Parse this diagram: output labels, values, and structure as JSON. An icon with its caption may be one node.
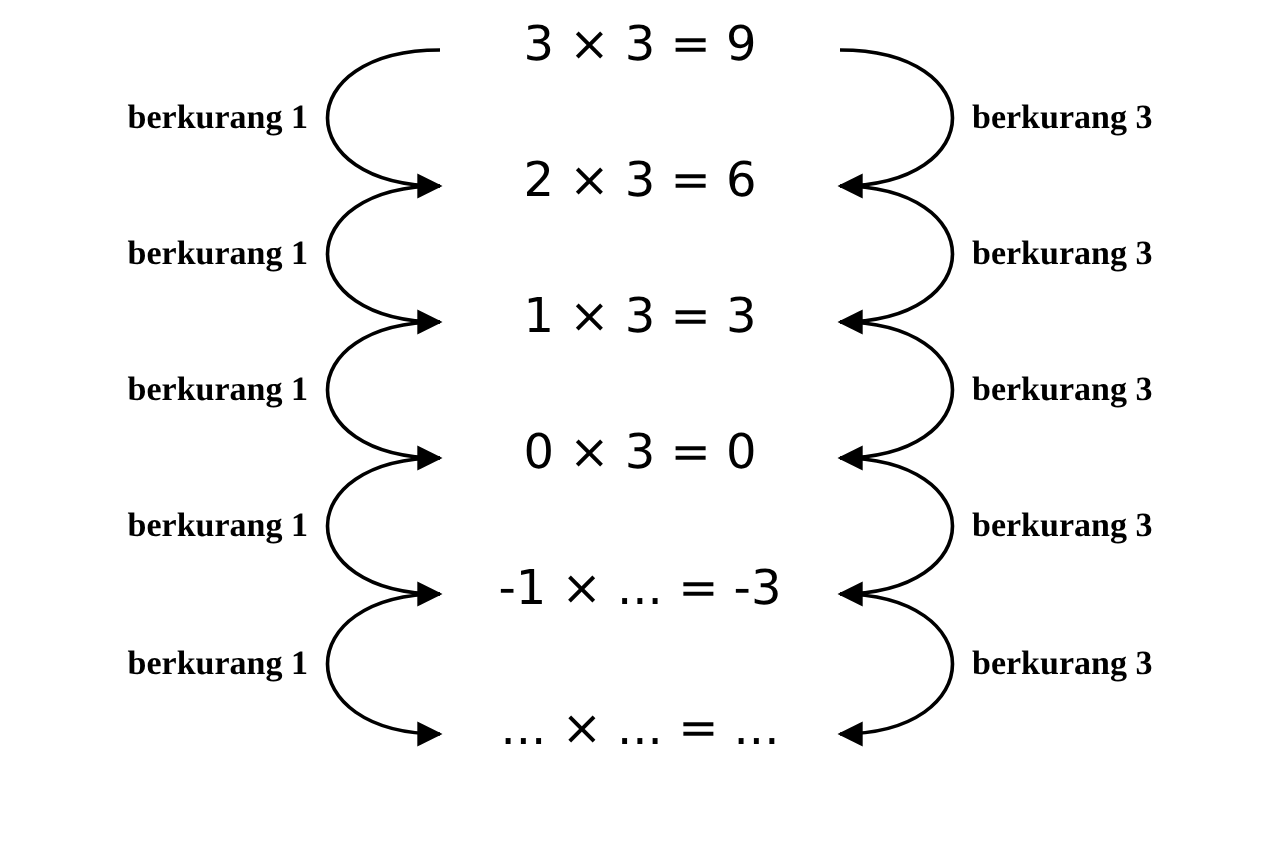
{
  "diagram": {
    "nodes": [
      {
        "text": [
          "3 × 3 = 9"
        ]
      },
      {
        "text": [
          "2 × 3 = 6"
        ]
      },
      {
        "text": [
          "1 × 3 = 3"
        ]
      },
      {
        "text": [
          "0 × 3 = 0"
        ]
      },
      {
        "text": [
          "-1 × ... = -3"
        ]
      },
      {
        "text": [
          "... × ... = ..."
        ]
      }
    ],
    "edges": [
      {
        "from": 0,
        "to": 1,
        "arrow": "to",
        "label": "berkurang 1"
      },
      {
        "from": 0,
        "to": 1,
        "arrow": "to",
        "label": "berkurang 3"
      },
      {
        "from": 1,
        "to": 2,
        "arrow": "to",
        "label": "berkurang 1"
      },
      {
        "from": 1,
        "to": 2,
        "arrow": "to",
        "label": "berkurang 3"
      },
      {
        "from": 2,
        "to": 3,
        "arrow": "to",
        "label": "berkurang 1"
      },
      {
        "from": 2,
        "to": 3,
        "arrow": "to",
        "label": "berkurang 3"
      },
      {
        "from": 3,
        "to": 4,
        "arrow": "to",
        "label": "berkurang 1"
      },
      {
        "from": 3,
        "to": 4,
        "arrow": "to",
        "label": "berkurang 3"
      },
      {
        "from": 4,
        "to": 5,
        "arrow": "to",
        "label": "berkurang 1"
      },
      {
        "from": 4,
        "to": 5,
        "arrow": "to",
        "label": "berkurang 3"
      }
    ]
  }
}
